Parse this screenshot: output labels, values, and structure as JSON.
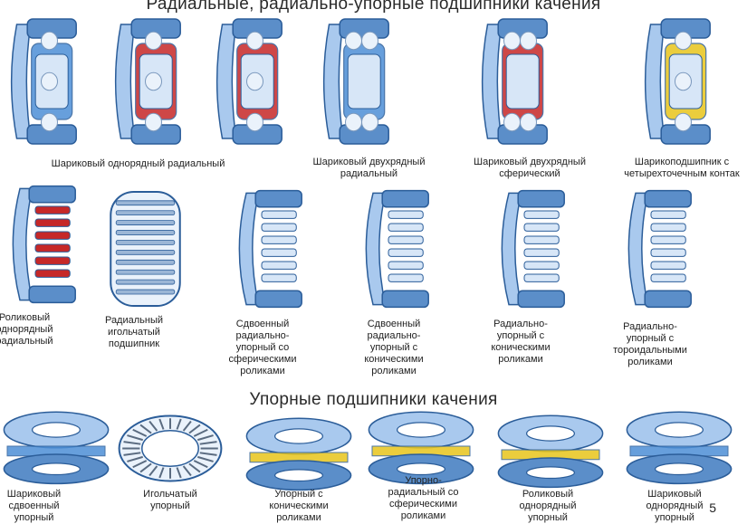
{
  "headings": {
    "radial": "Радиальные, радиально-упорные подшипники качения",
    "thrust": "Упорные подшипники качения"
  },
  "row1": [
    {
      "name": "deep-groove-ball",
      "caption": "Шариковый однорядный радиальный",
      "accent": "#4d8fd6"
    },
    {
      "name": "angular-contact-ball-single",
      "caption": "",
      "accent": "#c62828"
    },
    {
      "name": "angular-contact-ball-single-b",
      "caption": "",
      "accent": "#c62828"
    },
    {
      "name": "double-row-ball",
      "caption": "Шариковый двухрядный\nрадиальный",
      "accent": "#4d8fd6"
    },
    {
      "name": "self-aligning-ball",
      "caption": "Шариковый двухрядный\nсферический",
      "accent": "#c62828"
    },
    {
      "name": "four-point-ball",
      "caption": "Шарикоподшипник с\nчетырехточечным контак",
      "accent": "#e8c51c"
    }
  ],
  "row2": [
    {
      "name": "cylindrical-roller",
      "caption": "Роликовый\nоднорядный\nрадиальный",
      "accent": "#c62828"
    },
    {
      "name": "needle-roller",
      "caption": "Радиальный\nигольчатый\nподшипник",
      "accent": "#4d8fd6"
    },
    {
      "name": "spherical-roller",
      "caption": "Сдвоенный\nрадиально-\nупорный со\nсферическими\nроликами",
      "accent": "#4d8fd6"
    },
    {
      "name": "double-tapered-roller",
      "caption": "Сдвоенный\nрадиально-\nупорный с\nконическими\nроликами",
      "accent": "#4d8fd6"
    },
    {
      "name": "tapered-roller",
      "caption": "Радиально-\nупорный с\nконическими\nроликами",
      "accent": "#4d8fd6"
    },
    {
      "name": "toroidal-roller",
      "caption": "Радиально-\nупорный с\nтороидальными\nроликами",
      "accent": "#4d8fd6"
    }
  ],
  "row3": [
    {
      "name": "thrust-ball-double",
      "caption": "Шариковый\nсдвоенный\nупорный",
      "accent": "#4d8fd6"
    },
    {
      "name": "thrust-needle",
      "caption": "Игольчатый\nупорный",
      "accent": "#4d8fd6"
    },
    {
      "name": "thrust-tapered",
      "caption": "Упорный с\nконическими\nроликами",
      "accent": "#e8c51c"
    },
    {
      "name": "thrust-spherical",
      "caption": "Упорно-\nрадиальный со\nсферическими\nроликами",
      "accent": "#e8c51c"
    },
    {
      "name": "thrust-cylindrical",
      "caption": "Роликовый\nоднорядный\nупорный",
      "accent": "#e8c51c"
    },
    {
      "name": "thrust-ball-single",
      "caption": "Шариковый\nоднорядный\nупорный",
      "accent": "#4d8fd6"
    }
  ],
  "page_number": "5"
}
